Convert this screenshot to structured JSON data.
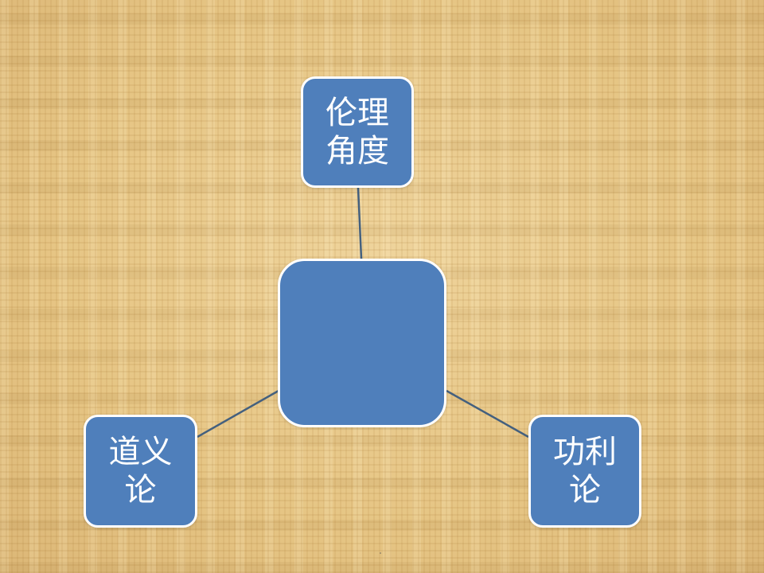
{
  "diagram": {
    "top_node": {
      "label": "伦理\n角度"
    },
    "center_node": {
      "label": ""
    },
    "left_node": {
      "label": "道义\n论"
    },
    "right_node": {
      "label": "功利\n论"
    }
  },
  "colors": {
    "node_fill": "#4f7fbb",
    "node_border": "#ffffff",
    "connector": "#44607e",
    "background": "#e8c98a"
  }
}
